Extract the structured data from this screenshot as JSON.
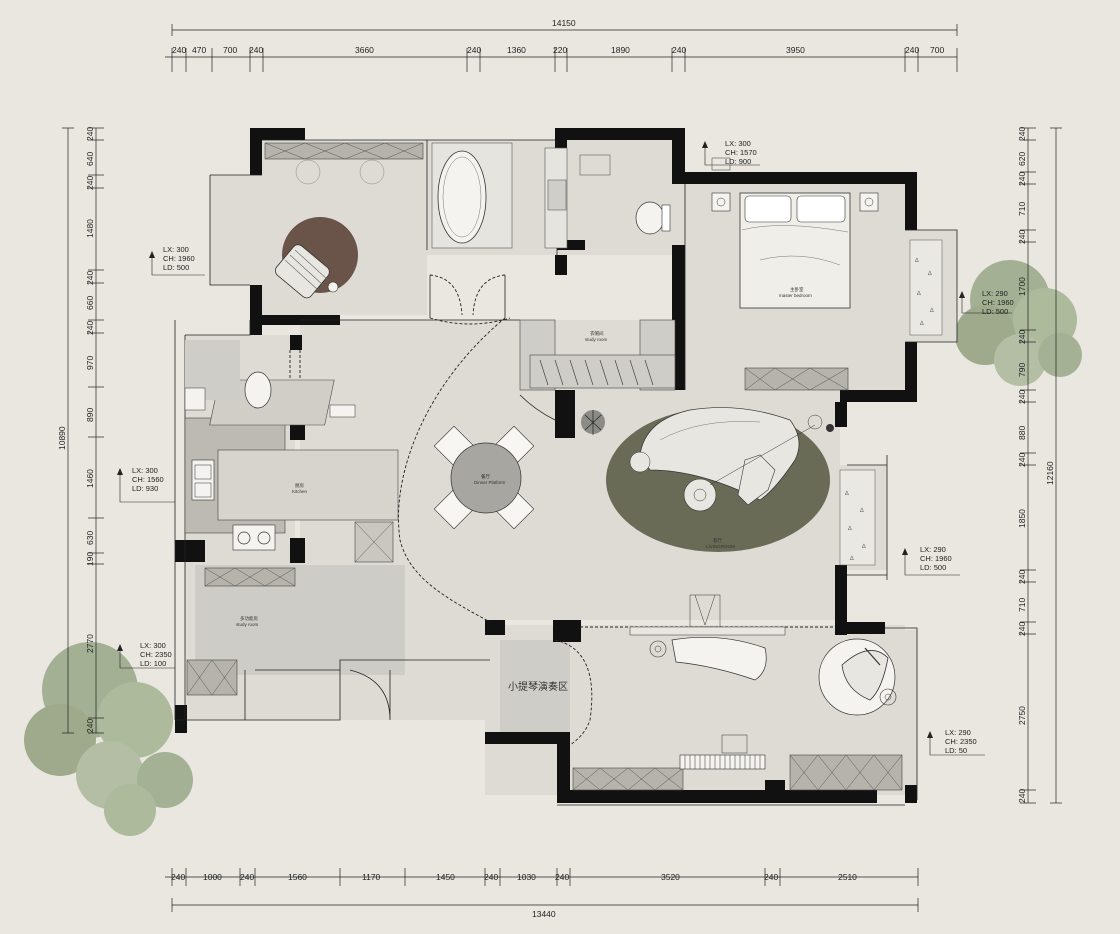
{
  "dimensions": {
    "top_total": "14150",
    "top_segments": [
      "240",
      "470",
      "700",
      "240",
      "3660",
      "240",
      "1360",
      "220",
      "1890",
      "240",
      "3950",
      "240",
      "700"
    ],
    "bottom_total": "13440",
    "bottom_segments": [
      "240",
      "1000",
      "240",
      "1560",
      "1170",
      "1450",
      "240",
      "1030",
      "240",
      "3520",
      "240",
      "2510"
    ],
    "left_total": "10890",
    "left_segments": [
      "240",
      "640",
      "240",
      "1480",
      "240",
      "660",
      "240",
      "970",
      "890",
      "1460",
      "630",
      "190",
      "2770",
      "240"
    ],
    "right_total": "12160",
    "right_segments": [
      "240",
      "620",
      "240",
      "710",
      "240",
      "1700",
      "240",
      "790",
      "240",
      "880",
      "240",
      "1850",
      "240",
      "710",
      "240",
      "2750",
      "240"
    ]
  },
  "level_tags": [
    {
      "lx": "LX: 300",
      "ch": "CH: 1960",
      "ld": "LD: 500"
    },
    {
      "lx": "LX: 300",
      "ch": "CH: 1570",
      "ld": "LD: 900"
    },
    {
      "lx": "LX: 290",
      "ch": "CH: 1960",
      "ld": "LD: 500"
    },
    {
      "lx": "LX: 300",
      "ch": "CH: 1560",
      "ld": "LD: 930"
    },
    {
      "lx": "LX: 290",
      "ch": "CH: 1960",
      "ld": "LD: 500"
    },
    {
      "lx": "LX: 300",
      "ch": "CH: 2350",
      "ld": "LD: 100"
    },
    {
      "lx": "LX: 290",
      "ch": "CH: 2350",
      "ld": "LD: 50"
    }
  ],
  "rooms": {
    "piano_zone": "小提琴演奏区",
    "kitchen_cn": "厨房",
    "kitchen_en": "Kitchen",
    "dining_cn": "餐厅",
    "dining_en": "Dinner Platform",
    "living_cn": "客厅",
    "living_en": "LIVINGROOM",
    "master_cn": "主卧室",
    "master_en": "master bedroom",
    "cloak_cn": "衣帽间",
    "cloak_en": "study room",
    "study_cn": "多功能房",
    "study_en": "study room"
  },
  "colors": {
    "background": "#e9e7e0",
    "floor": "#dddbd4",
    "wall": "#111111",
    "rug": "#6a6b57",
    "accent_brown": "#6a5449",
    "tree": "#8e9e7a"
  }
}
